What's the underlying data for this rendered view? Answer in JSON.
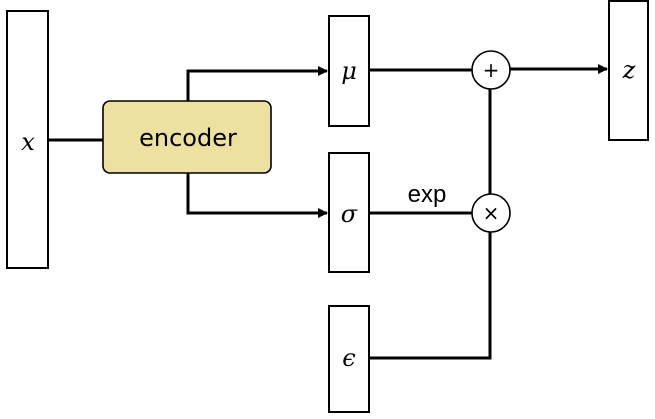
{
  "diagram": {
    "title": "VAE reparameterization trick",
    "nodes": {
      "input": {
        "label": "x"
      },
      "encoder": {
        "label": "encoder",
        "fill": "#ede1a1"
      },
      "mu": {
        "label": "μ"
      },
      "sigma": {
        "label": "σ"
      },
      "epsilon": {
        "label": "ϵ"
      },
      "add": {
        "symbol": "+"
      },
      "multiply": {
        "symbol": "×"
      },
      "output": {
        "label": "z"
      }
    },
    "edge_labels": {
      "sigma_to_multiply": "exp"
    },
    "edges": [
      {
        "from": "input",
        "to": "encoder"
      },
      {
        "from": "encoder",
        "to": "mu"
      },
      {
        "from": "encoder",
        "to": "sigma"
      },
      {
        "from": "mu",
        "to": "add"
      },
      {
        "from": "sigma",
        "to": "multiply",
        "label": "exp"
      },
      {
        "from": "epsilon",
        "to": "multiply"
      },
      {
        "from": "multiply",
        "to": "add"
      },
      {
        "from": "add",
        "to": "output"
      }
    ]
  }
}
